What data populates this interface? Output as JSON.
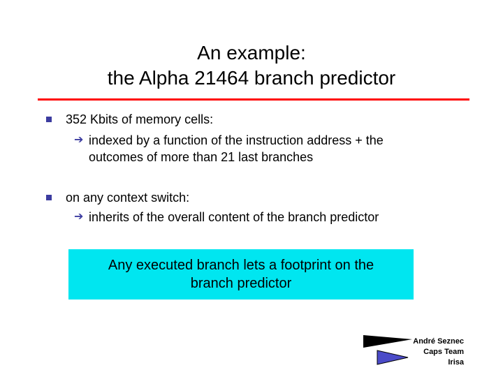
{
  "slide": {
    "title_line1": "An example:",
    "title_line2": "the Alpha 21464 branch predictor",
    "accent_color": "#ff0000",
    "bullet_color": "#3c3ca0",
    "callout_color": "#00e6f0"
  },
  "bullets": [
    {
      "text": "352 Kbits of memory cells:",
      "sub_line1": "indexed by a function of the instruction address + the",
      "sub_line2": "outcomes  of more than   21 last branches"
    },
    {
      "text": "on any  context switch:",
      "sub_line1": "inherits of the overall content of the branch predictor"
    }
  ],
  "callout": {
    "line1": "Any executed branch  lets a footprint  on the",
    "line2": "branch predictor"
  },
  "footer": {
    "line1": "André Seznec",
    "line2": "Caps Team",
    "line3": "Irisa"
  },
  "icons": {
    "bullet": "square-bullet-icon",
    "arrow": "right-arrow-icon",
    "logo": "pennant-logo-icon"
  }
}
